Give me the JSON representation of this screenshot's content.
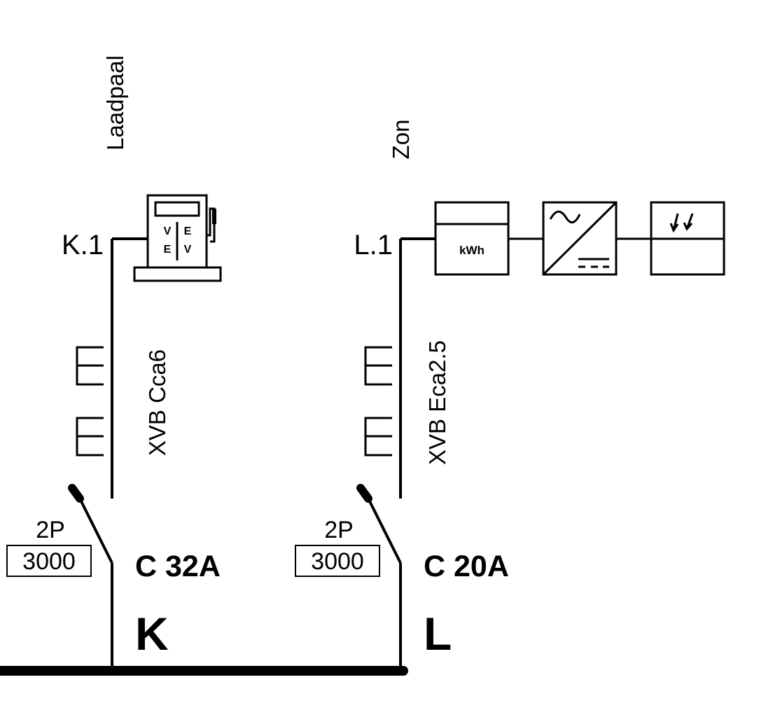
{
  "circuits": [
    {
      "letter": "K",
      "breaker": "C 32A",
      "poles": "2P",
      "rating_box": "3000",
      "cable": "XVB Cca6",
      "point_label": "K.1",
      "load_name": "Laadpaal",
      "load_device": "ev-charger",
      "charger_text": {
        "tl": "V",
        "tr": "E",
        "bl": "E",
        "br": "V"
      }
    },
    {
      "letter": "L",
      "breaker": "C 20A",
      "poles": "2P",
      "rating_box": "3000",
      "cable": "XVB Eca2.5",
      "point_label": "L.1",
      "load_name": "Zon",
      "load_device": "solar-chain",
      "meter_label": "kWh"
    }
  ]
}
